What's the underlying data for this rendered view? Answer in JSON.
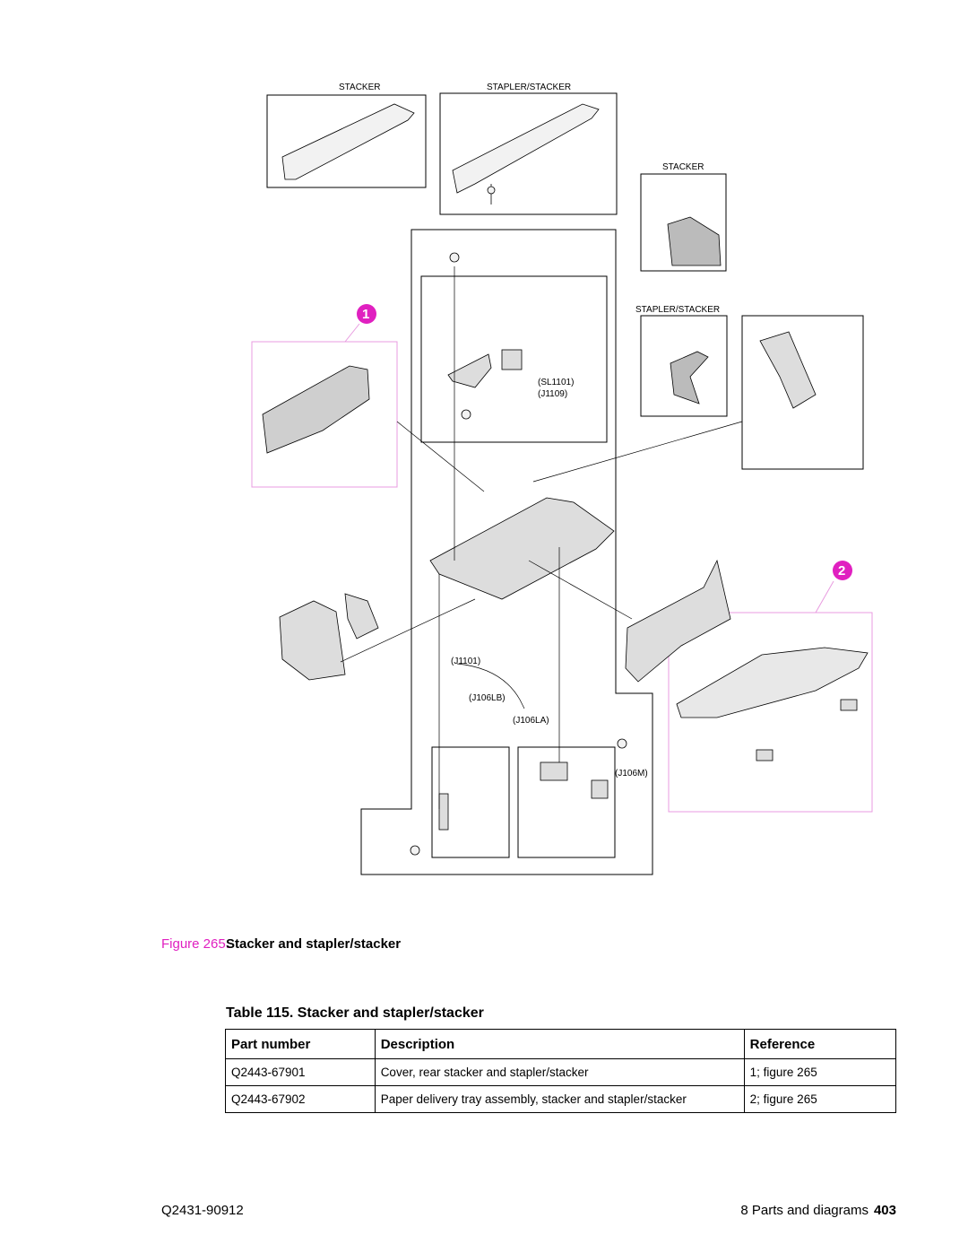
{
  "diagram": {
    "panel_labels": {
      "stacker_top": "STACKER",
      "stapler_stacker_top": "STAPLER/STACKER",
      "stacker_right": "STACKER",
      "stapler_stacker_right": "STAPLER/STACKER"
    },
    "connector_labels": {
      "sl1101": "(SL1101)",
      "j1109": "(J1109)",
      "j1101": "(J1101)",
      "j106lb": "(J106LB)",
      "j106la": "(J106LA)",
      "j106m": "(J106M)"
    },
    "callouts": [
      "1",
      "2"
    ],
    "colors": {
      "callout_fill": "#e020c0",
      "callout_box": "#e89be0"
    }
  },
  "figure": {
    "label": "Figure 265.",
    "title": "Stacker and stapler/stacker"
  },
  "table": {
    "title": "Table 115. Stacker and stapler/stacker",
    "headers": [
      "Part number",
      "Description",
      "Reference"
    ],
    "rows": [
      [
        "Q2443-67901",
        "Cover, rear stacker and stapler/stacker",
        "1; figure 265"
      ],
      [
        "Q2443-67902",
        "Paper delivery tray assembly, stacker and stapler/stacker",
        "2; figure 265"
      ]
    ]
  },
  "footer": {
    "doc_number": "Q2431-90912",
    "section": "8 Parts and diagrams",
    "page": "403"
  }
}
